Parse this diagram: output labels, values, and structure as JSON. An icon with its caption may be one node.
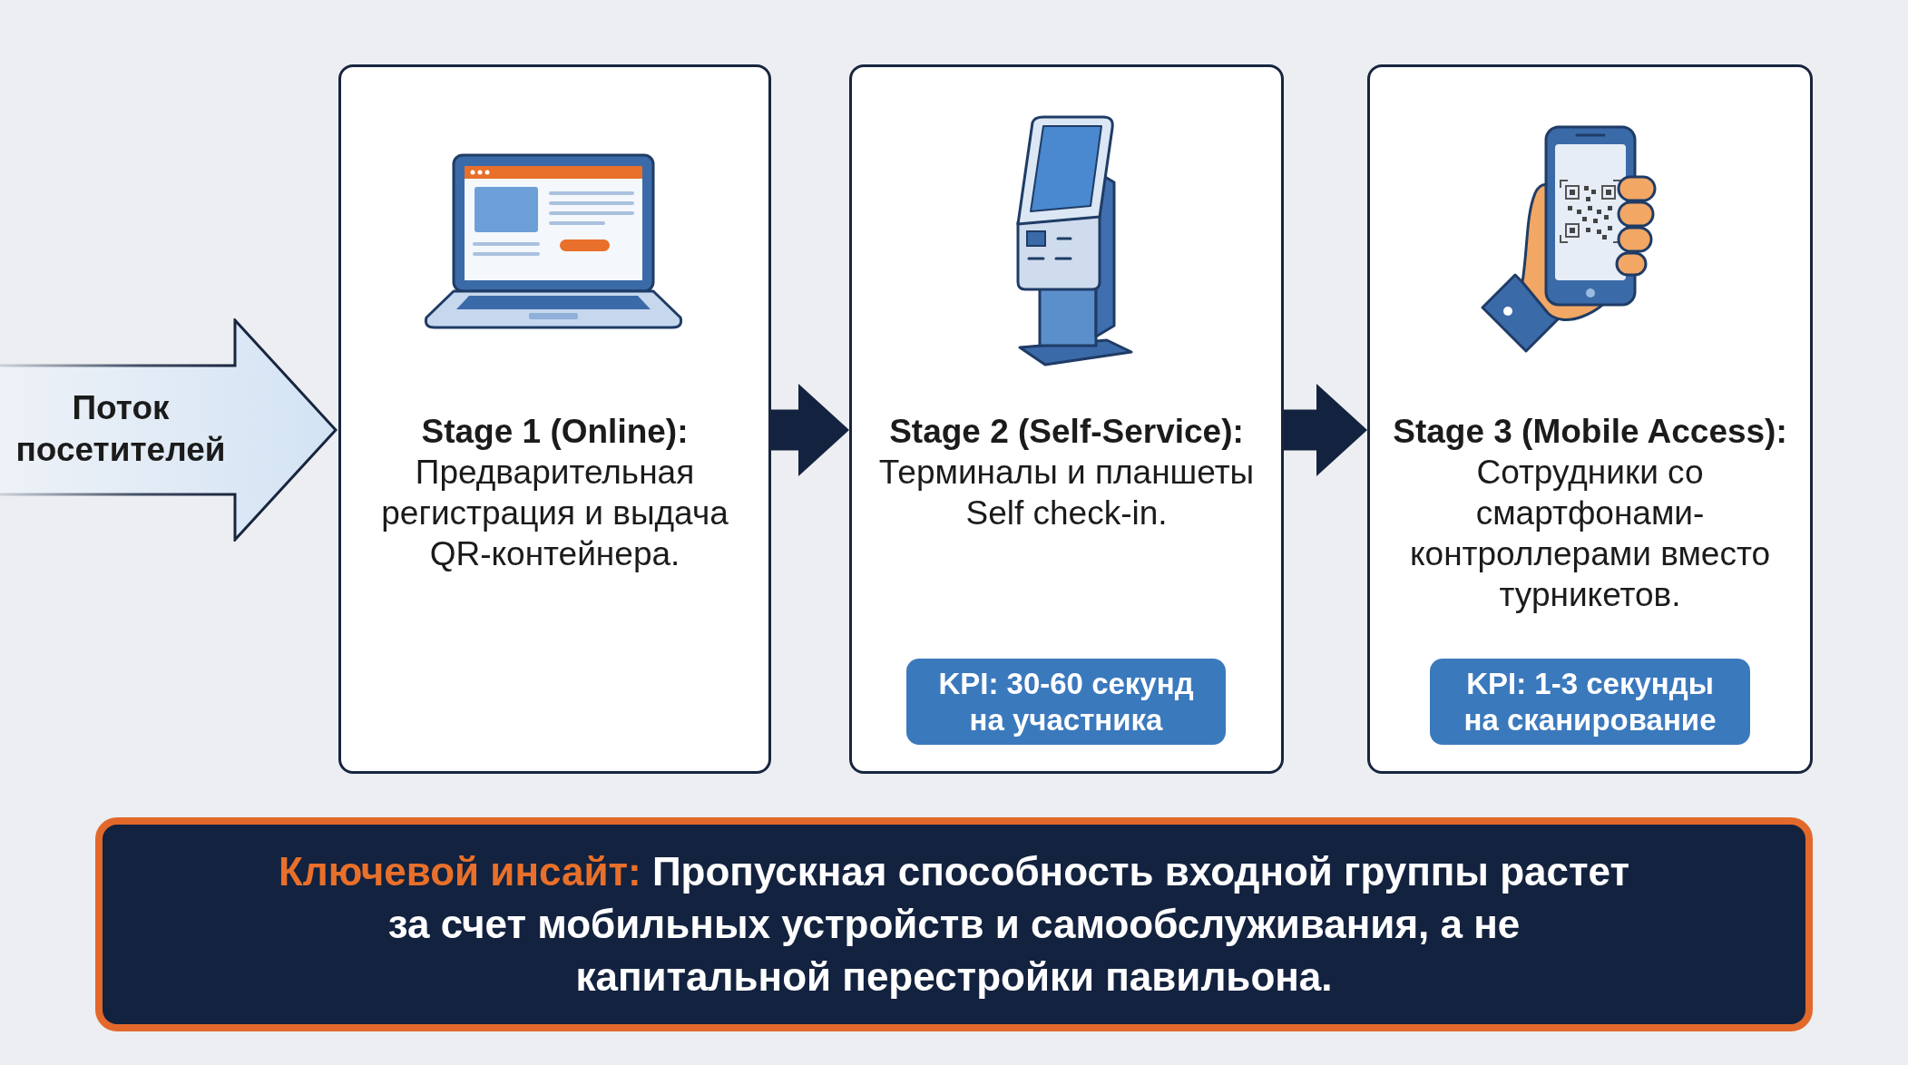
{
  "diagram": {
    "nodes": [
      {
        "text": [
          "Поток посетителей"
        ]
      },
      {
        "text": [
          "Stage 1 (Online):",
          "Предварительная регистрация и выдача QR-контейнера."
        ]
      },
      {
        "text": [
          "Stage 2 (Self-Service):",
          "Терминалы и планшеты Self check-in."
        ]
      },
      {
        "text": [
          "KPI: 30-60 секунд на участника"
        ],
        "in": 2
      },
      {
        "text": [
          "Stage 3 (Mobile Access):",
          "Сотрудники со смартфонами-контроллерами вместо турникетов."
        ]
      },
      {
        "text": [
          "KPI: 1-3 секунды на сканирование"
        ],
        "in": 4
      },
      {
        "text": [
          "Ключевой инсайт:",
          "Пропускная способность входной группы растет за счет мобильных устройств и самообслуживания, а не капитальной перестройки павильона."
        ]
      }
    ],
    "edges": [
      {
        "from": 1,
        "to": 2,
        "arrow": "to"
      },
      {
        "from": 2,
        "to": 4,
        "arrow": "to"
      }
    ]
  }
}
